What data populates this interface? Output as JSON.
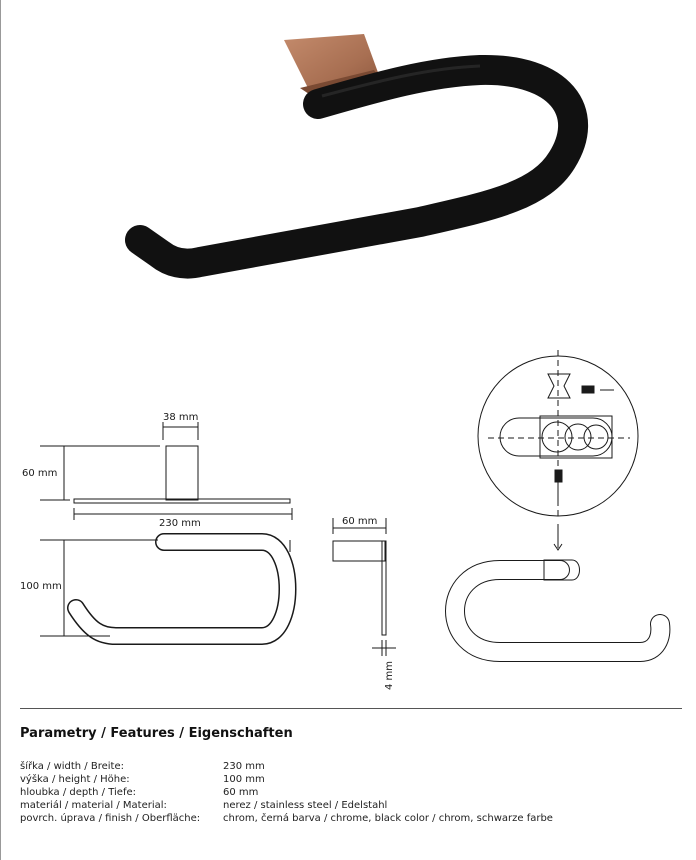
{
  "dimensions": {
    "base_width": "38 mm",
    "height_top": "60 mm",
    "width": "230 mm",
    "depth": "60 mm",
    "height": "100 mm",
    "thickness": "4 mm"
  },
  "colors": {
    "finish_black": "#111111",
    "mount_bronze": "#b07a5e"
  },
  "features": {
    "title": "Parametry / Features / Eigenschaften",
    "rows": [
      {
        "label": "šířka / width / Breite:",
        "value": "230 mm"
      },
      {
        "label": "výška / height / Höhe:",
        "value": "100 mm"
      },
      {
        "label": "hloubka / depth / Tiefe:",
        "value": "60 mm"
      },
      {
        "label": "materiál / material / Material:",
        "value": "nerez / stainless steel / Edelstahl"
      },
      {
        "label": "povrch. úprava / finish / Oberfläche:",
        "value": "chrom, černá barva / chrome, black color / chrom, schwarze farbe"
      }
    ]
  }
}
